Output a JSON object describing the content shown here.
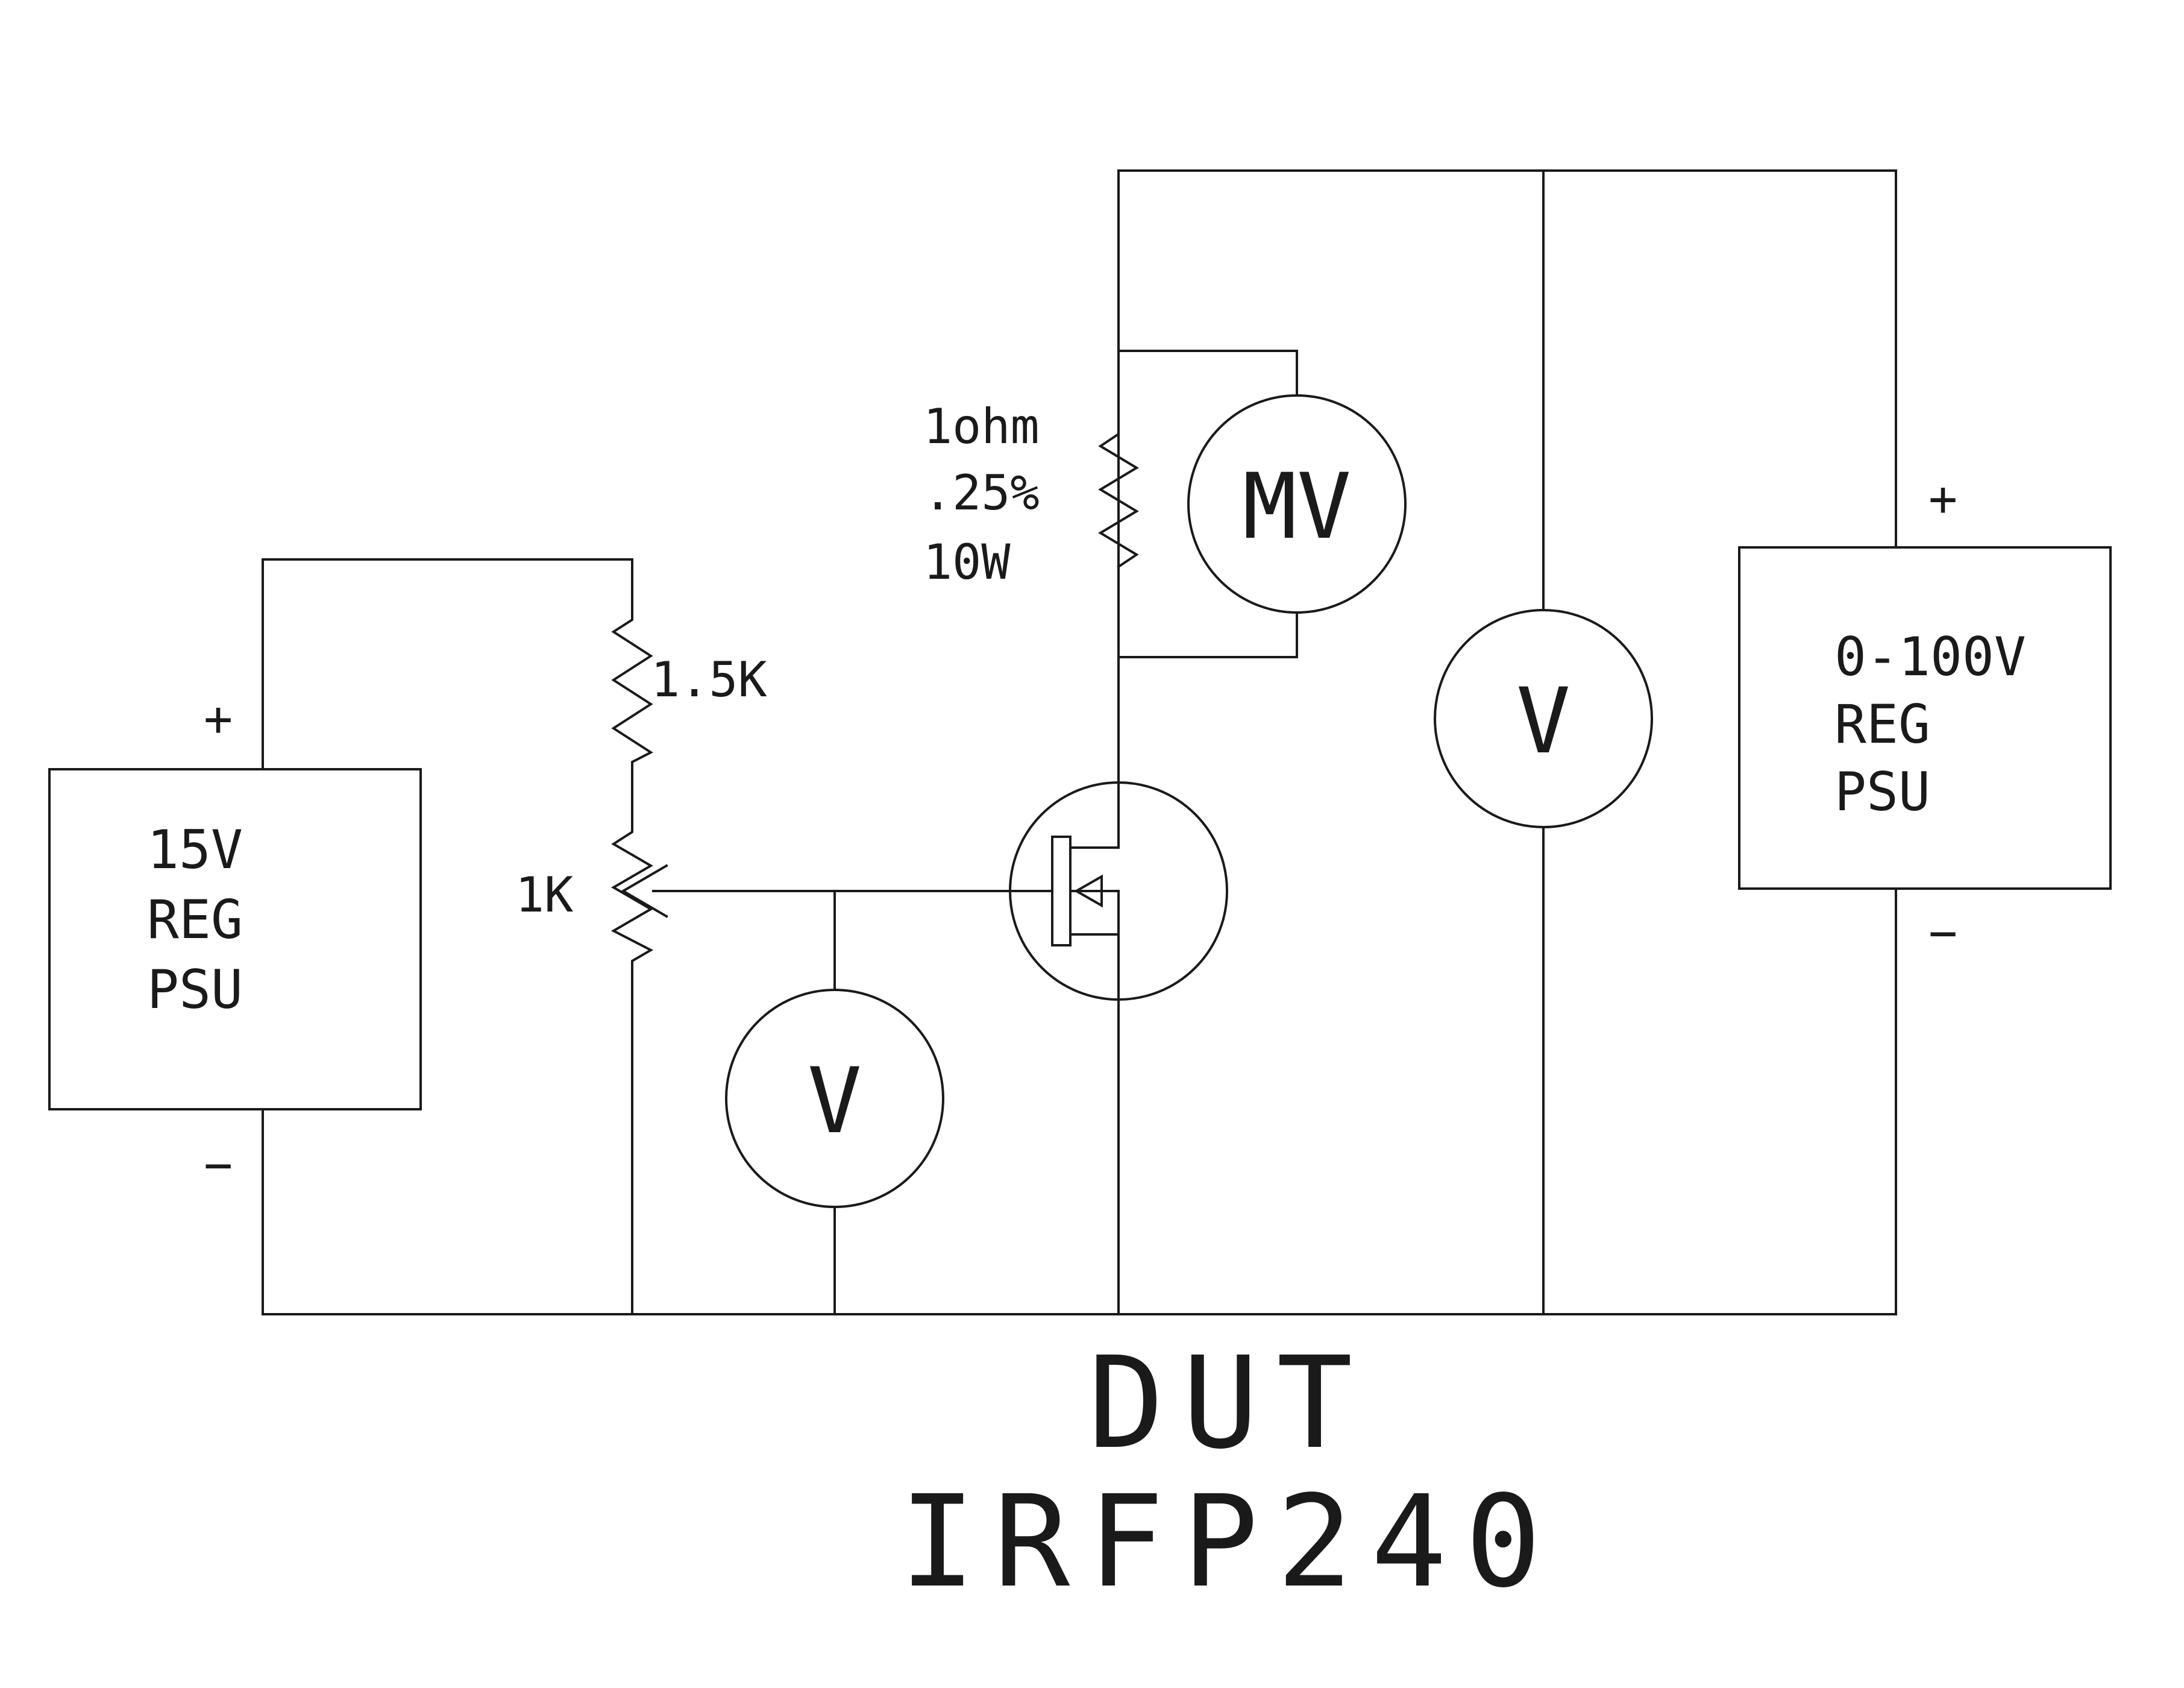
{
  "supply_left": {
    "lines": [
      "15V",
      "REG",
      "PSU"
    ],
    "plus": "+",
    "minus": "−"
  },
  "supply_right": {
    "lines": [
      "0-100V",
      "REG",
      "PSU"
    ],
    "plus": "+",
    "minus": "−"
  },
  "resistor_fixed": {
    "label": "1.5K"
  },
  "potentiometer": {
    "label": "1K"
  },
  "shunt_resistor": {
    "lines": [
      "1ohm",
      ".25%",
      "10W"
    ]
  },
  "meters": {
    "millivolt": "MV",
    "drain_volt": "V",
    "gate_volt": "V"
  },
  "title": {
    "line1": "DUT",
    "line2": "IRFP240"
  }
}
